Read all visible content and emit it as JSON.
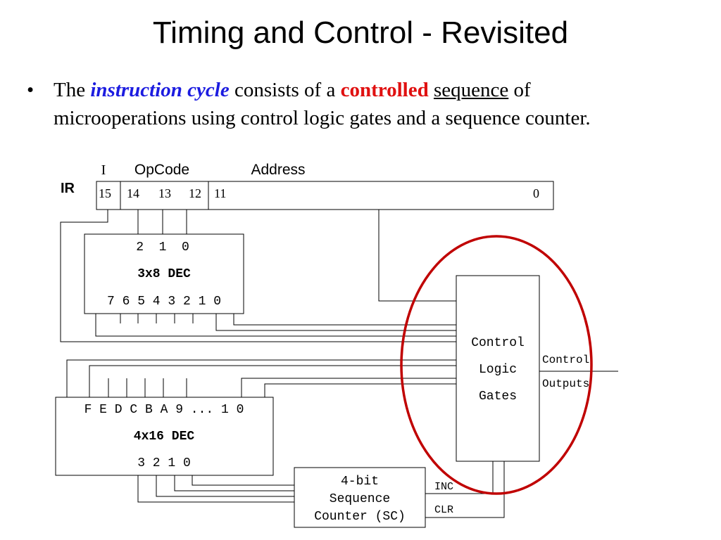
{
  "slide": {
    "title": "Timing and Control - Revisited",
    "bullet": {
      "symbol": "•",
      "text_1": "The",
      "term_1": "instruction cycle",
      "text_2": "consists of a",
      "term_2": "controlled",
      "term_3": "sequence",
      "text_3": "of",
      "line_2": "microoperations using control logic gates and a sequence counter."
    }
  },
  "diagram": {
    "ir": {
      "label": "IR",
      "field_i": "I",
      "field_opcode": "OpCode",
      "field_address": "Address",
      "bit_15": "15",
      "bit_14": "14",
      "bit_13": "13",
      "bit_12": "12",
      "bit_11": "11",
      "bit_0": "0"
    },
    "dec3x8": {
      "inputs": "2  1  0",
      "name": "3x8 DEC",
      "outputs": "7 6 5 4 3 2 1 0"
    },
    "dec4x16": {
      "outputs": "F E D C B A 9 ... 1 0",
      "name": "4x16 DEC",
      "inputs": "3 2 1 0"
    },
    "control_logic": {
      "line_1": "Control",
      "line_2": "Logic",
      "line_3": "Gates"
    },
    "control_outputs": {
      "line_1": "Control",
      "line_2": "Outputs"
    },
    "sequence_counter": {
      "line_1": "4-bit",
      "line_2": "Sequence",
      "line_3": "Counter (SC)",
      "inc": "INC",
      "clr": "CLR"
    },
    "colors": {
      "highlight_ellipse": "#c00000",
      "emphasis_blue": "#1c1ce0",
      "emphasis_red": "#e01010",
      "lines": "#000000"
    }
  }
}
